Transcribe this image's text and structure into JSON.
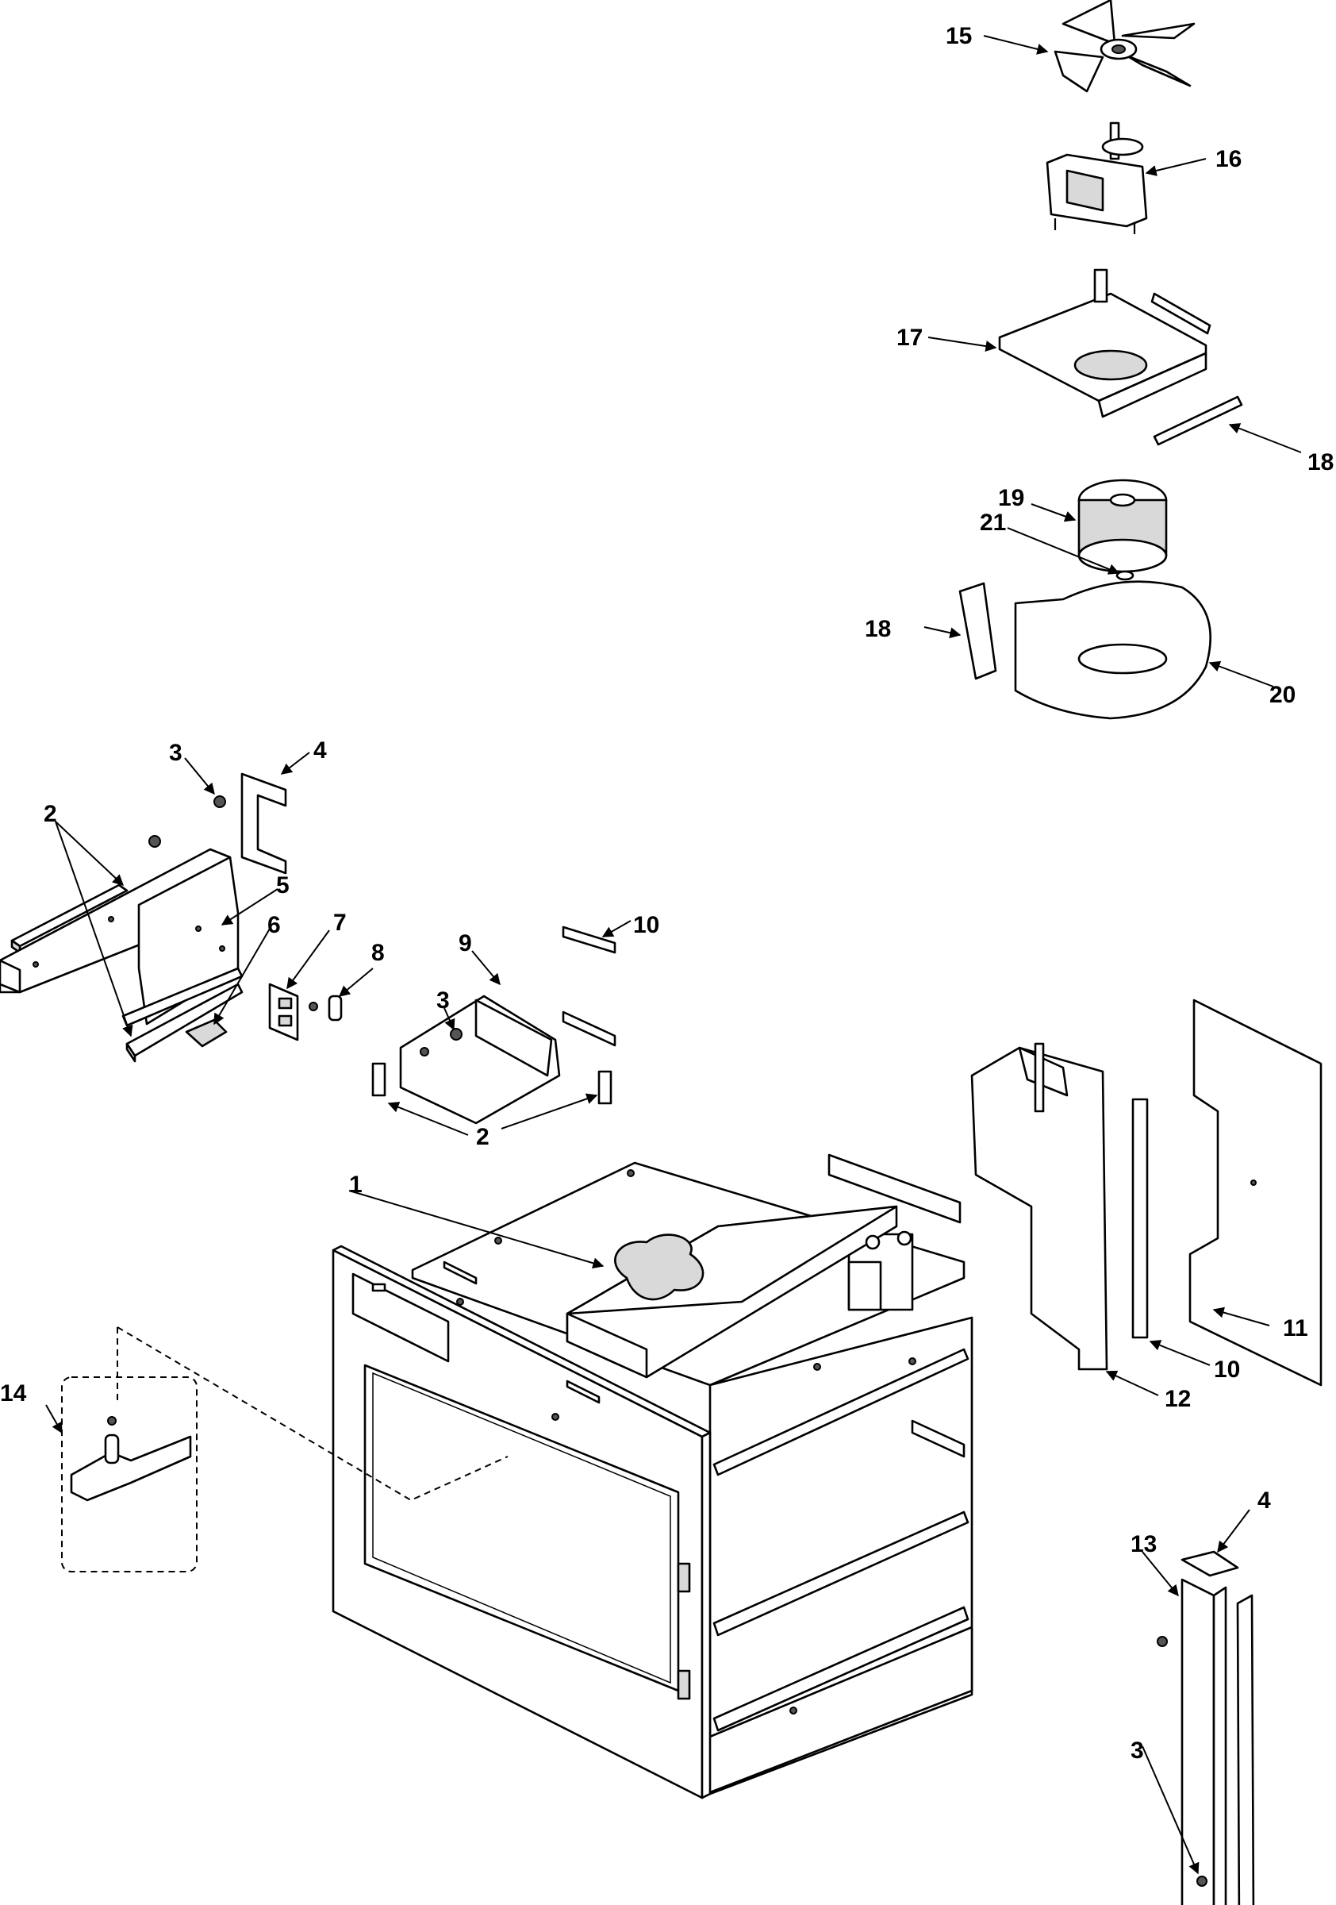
{
  "diagram": {
    "callouts": [
      {
        "id": "c1",
        "number": "1"
      },
      {
        "id": "c2a",
        "number": "2"
      },
      {
        "id": "c2b",
        "number": "2"
      },
      {
        "id": "c3a",
        "number": "3"
      },
      {
        "id": "c3b",
        "number": "3"
      },
      {
        "id": "c3c",
        "number": "3"
      },
      {
        "id": "c4a",
        "number": "4"
      },
      {
        "id": "c4b",
        "number": "4"
      },
      {
        "id": "c5",
        "number": "5"
      },
      {
        "id": "c6",
        "number": "6"
      },
      {
        "id": "c7",
        "number": "7"
      },
      {
        "id": "c8",
        "number": "8"
      },
      {
        "id": "c9",
        "number": "9"
      },
      {
        "id": "c10a",
        "number": "10"
      },
      {
        "id": "c10b",
        "number": "10"
      },
      {
        "id": "c11",
        "number": "11"
      },
      {
        "id": "c12",
        "number": "12"
      },
      {
        "id": "c13",
        "number": "13"
      },
      {
        "id": "c14",
        "number": "14"
      },
      {
        "id": "c15",
        "number": "15"
      },
      {
        "id": "c16",
        "number": "16"
      },
      {
        "id": "c17",
        "number": "17"
      },
      {
        "id": "c18a",
        "number": "18"
      },
      {
        "id": "c18b",
        "number": "18"
      },
      {
        "id": "c19",
        "number": "19"
      },
      {
        "id": "c20",
        "number": "20"
      },
      {
        "id": "c21",
        "number": "21"
      }
    ]
  }
}
